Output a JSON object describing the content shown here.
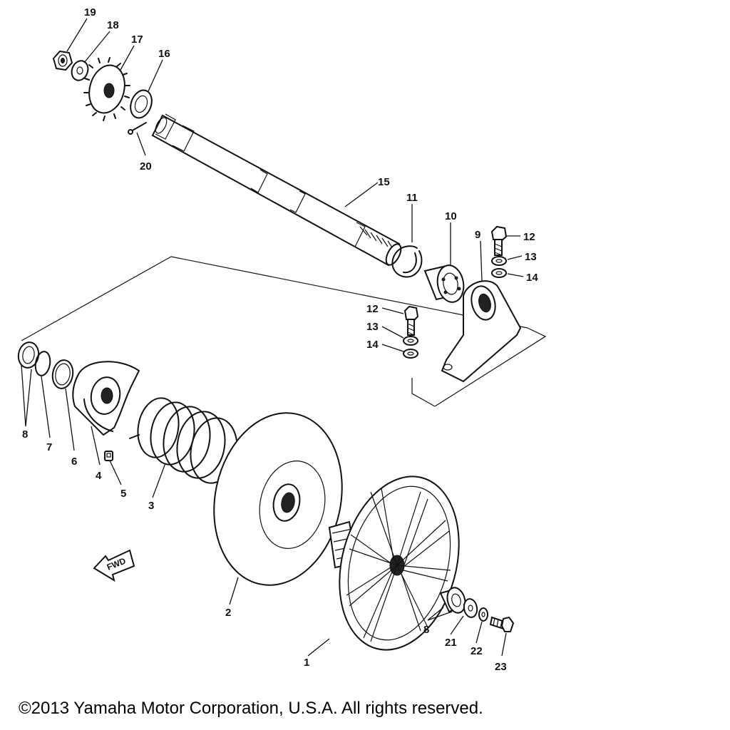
{
  "diagram": {
    "labels": {
      "l1": "1",
      "l2": "2",
      "l3": "3",
      "l4": "4",
      "l5": "5",
      "l6": "6",
      "l7": "7",
      "l8a": "8",
      "l8b": "8",
      "l9": "9",
      "l10": "10",
      "l11": "11",
      "l12a": "12",
      "l12b": "12",
      "l13a": "13",
      "l13b": "13",
      "l14a": "14",
      "l14b": "14",
      "l15": "15",
      "l16": "16",
      "l17": "17",
      "l18": "18",
      "l19": "19",
      "l20": "20",
      "l21": "21",
      "l22": "22",
      "l23": "23"
    },
    "fwd_marker": "FWD"
  },
  "copyright": "©2013 Yamaha Motor Corporation, U.S.A. All rights reserved.",
  "colors": {
    "line": "#111111",
    "background": "#ffffff"
  }
}
